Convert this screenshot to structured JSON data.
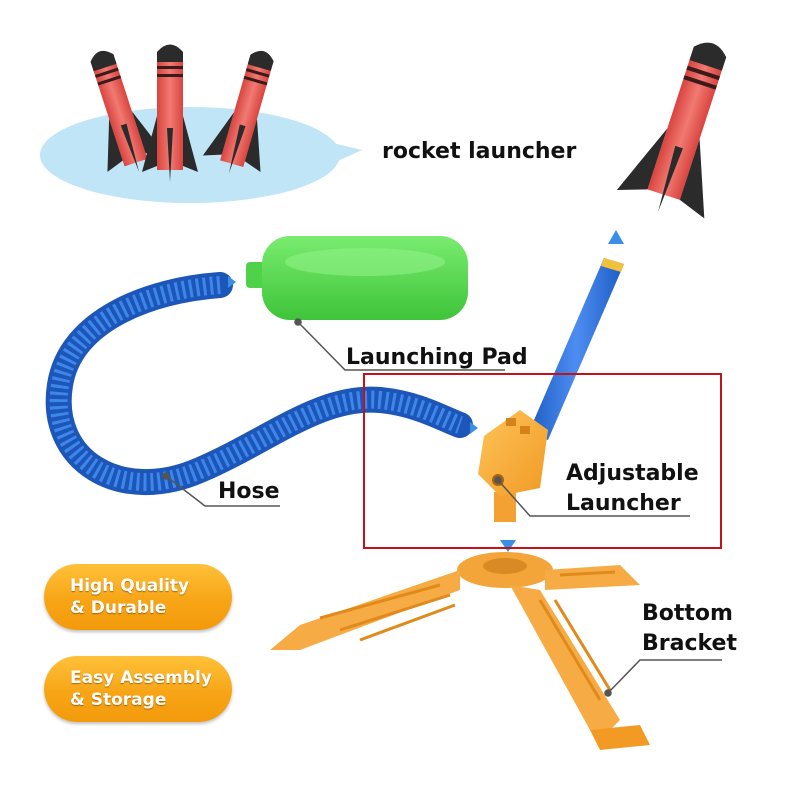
{
  "labels": {
    "rocket_launcher": "rocket launcher",
    "launching_pad": "Launching Pad",
    "hose": "Hose",
    "adjustable_launcher_line1": "Adjustable",
    "adjustable_launcher_line2": "Launcher",
    "bottom_bracket_line1": "Bottom",
    "bottom_bracket_line2": "Bracket"
  },
  "badges": [
    {
      "line1": "High Quality",
      "line2": "& Durable"
    },
    {
      "line1": "Easy Assembly",
      "line2": "& Storage"
    }
  ],
  "colors": {
    "rocket_body": "#e9605c",
    "rocket_fin": "#2b2b2b",
    "hose_blue": "#2a6fd6",
    "pad_green": "#5ee05a",
    "launcher_orange": "#f7a83a",
    "bubble_blue": "#bfe5f6",
    "badge_orange": "#f7a516",
    "highlight_red": "#c4121b",
    "arrow_blue": "#3a8ee8"
  }
}
